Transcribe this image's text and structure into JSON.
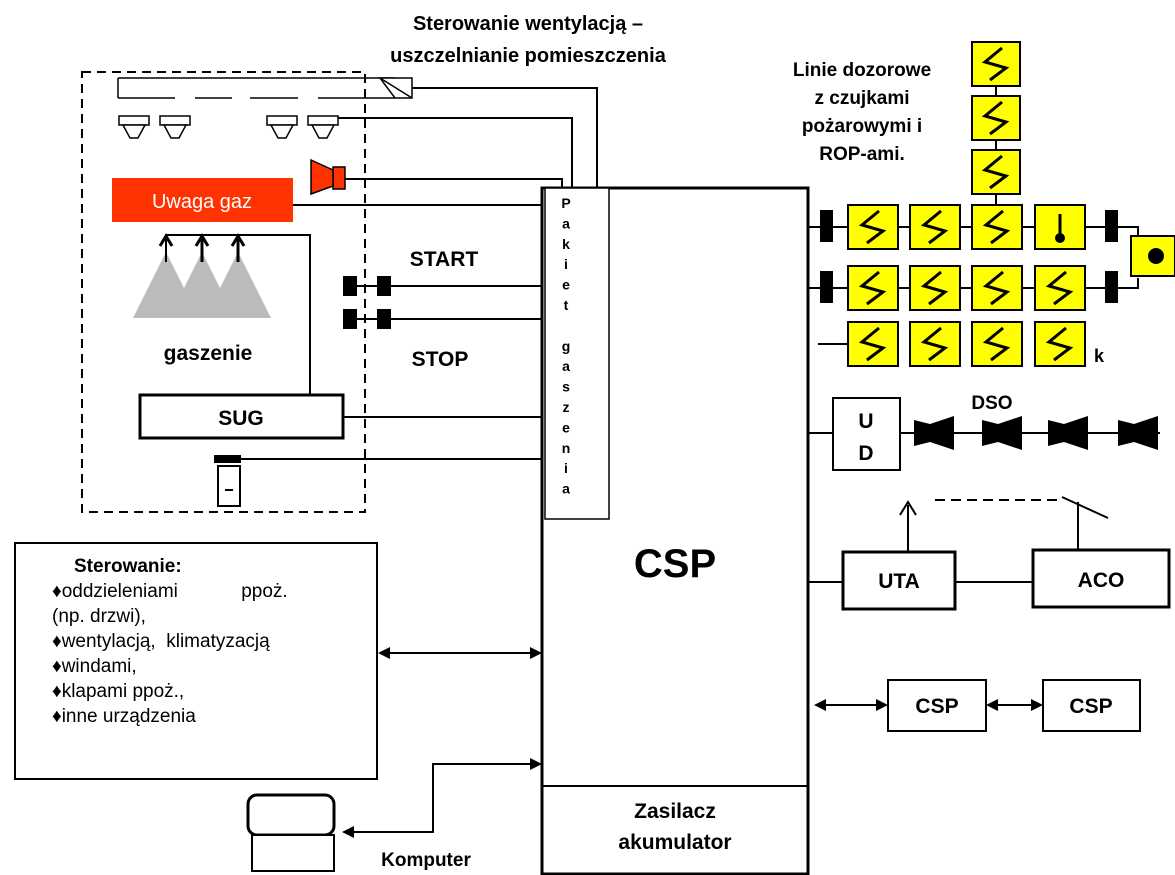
{
  "labels": {
    "ventilation_line1": "Sterowanie wentylacją –",
    "ventilation_line2": "uszczelnianie pomieszczenia",
    "detection_line1": "Linie dozorowe",
    "detection_line2": "z czujkami",
    "detection_line3": "pożarowymi i",
    "detection_line4": "ROP-ami.",
    "warning_sign": "Uwaga gaz",
    "start": "START",
    "stop": "STOP",
    "extinguishing": "gaszenie",
    "sug": "SUG",
    "extinguishing_pack_letters": [
      "P",
      "a",
      "k",
      "i",
      "e",
      "t",
      "",
      "g",
      "a",
      "s",
      "z",
      "e",
      "n",
      "i",
      "a"
    ],
    "csp_main": "CSP",
    "power_line1": "Zasilacz",
    "power_line2": "akumulator",
    "ud_u": "U",
    "ud_d": "D",
    "dso": "DSO",
    "uta": "UTA",
    "aco": "ACO",
    "csp_a": "CSP",
    "csp_b": "CSP",
    "end_marker": "k",
    "computer": "Komputer"
  },
  "control_panel": {
    "title": "Sterowanie:",
    "items": [
      "♦oddzieleniami            ppoż.",
      "(np. drzwi),",
      "♦wentylacją,  klimatyzacją",
      "♦windami,",
      "♦klapami ppoż.,",
      "♦inne urządzenia"
    ]
  },
  "colors": {
    "warning_red": "#ff3300",
    "detector_yellow": "#ffff00",
    "spray_gray": "#bbbbbb"
  }
}
